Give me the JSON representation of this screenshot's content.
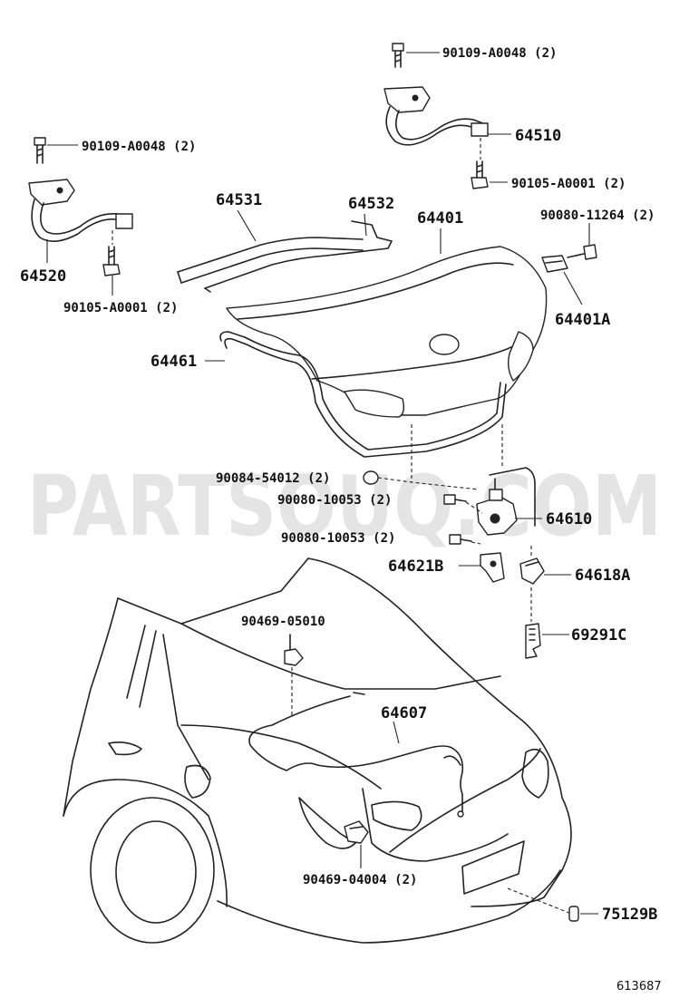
{
  "watermark": "PARTSOUQ.COM",
  "figure_code": "613687",
  "labels": {
    "p_90109_a0048_top": "90109-A0048 (2)",
    "p_64510": "64510",
    "p_90105_a0001_right": "90105-A0001 (2)",
    "p_90109_a0048_left": "90109-A0048 (2)",
    "p_64520": "64520",
    "p_90105_a0001_left": "90105-A0001 (2)",
    "p_64531": "64531",
    "p_64532": "64532",
    "p_64401": "64401",
    "p_90080_11264": "90080-11264 (2)",
    "p_64401a": "64401A",
    "p_64461": "64461",
    "p_90084_54012": "90084-54012 (2)",
    "p_90080_10053_a": "90080-10053 (2)",
    "p_90080_10053_b": "90080-10053 (2)",
    "p_64610": "64610",
    "p_64621b": "64621B",
    "p_64618a": "64618A",
    "p_69291c": "69291C",
    "p_90469_05010": "90469-05010",
    "p_64607": "64607",
    "p_90469_04004": "90469-04004 (2)",
    "p_75129b": "75129B"
  }
}
